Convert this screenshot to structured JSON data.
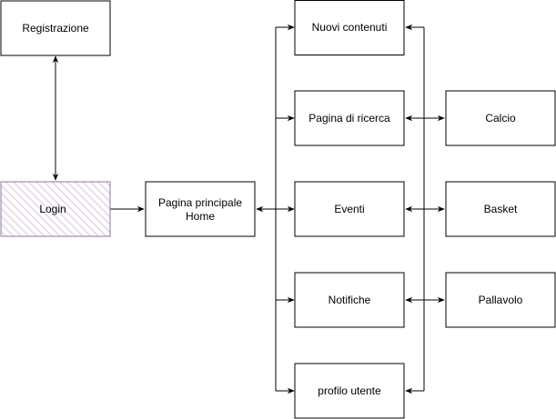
{
  "colors": {
    "stroke": "#000000",
    "node_fill": "#ffffff",
    "login_border": "#9673a6",
    "login_hatch": "#e1d5e7",
    "text": "#000000"
  },
  "nodes": {
    "registrazione": "Registrazione",
    "login": "Login",
    "home_line1": "Pagina principale",
    "home_line2": "Home",
    "nuovi_contenuti": "Nuovi contenuti",
    "pagina_ricerca": "Pagina di ricerca",
    "eventi": "Eventi",
    "notifiche": "Notifiche",
    "profilo_utente": "profilo utente",
    "calcio": "Calcio",
    "basket": "Basket",
    "pallavolo": "Pallavolo"
  }
}
